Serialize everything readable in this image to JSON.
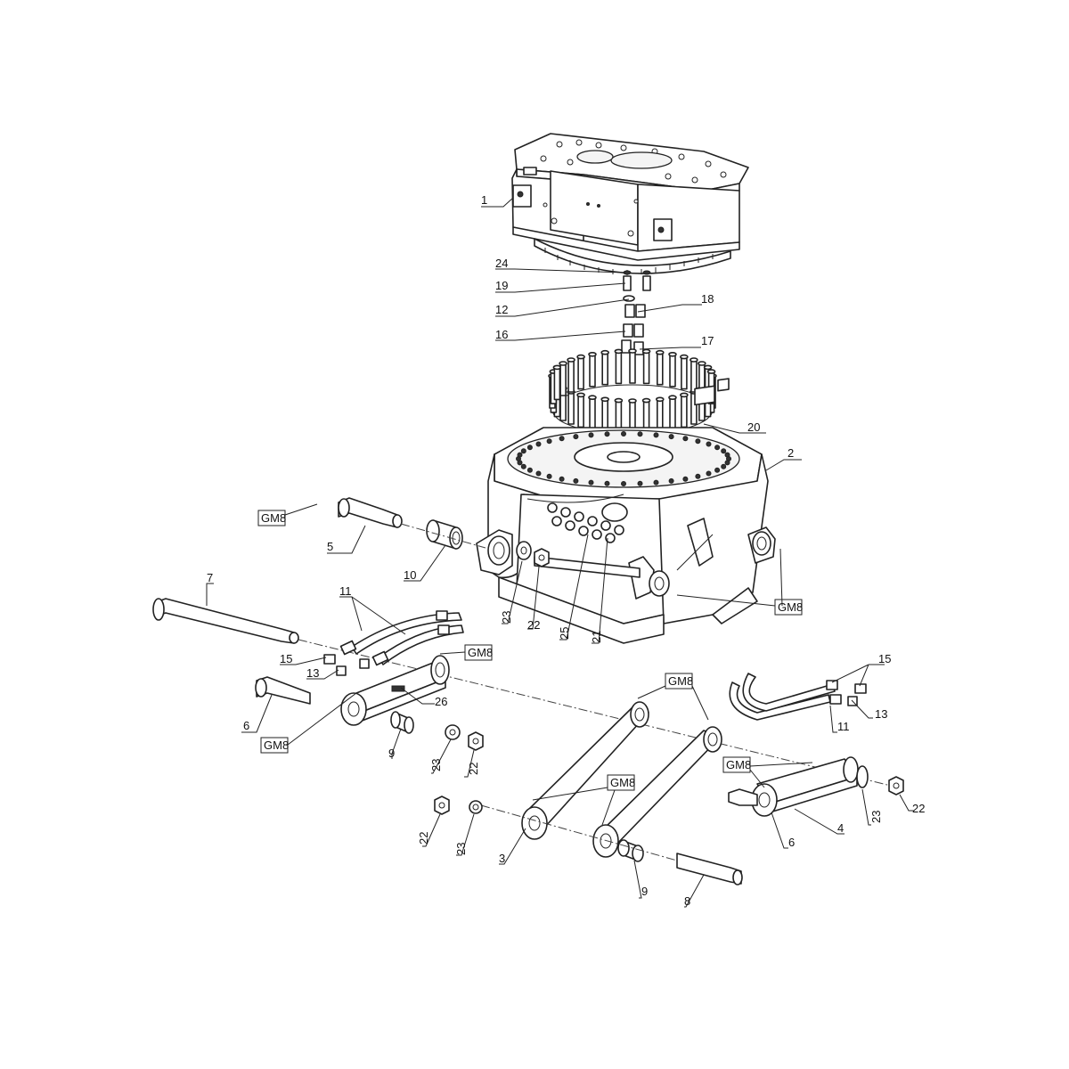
{
  "diagram": {
    "labels": [
      {
        "id": "p1",
        "text": "1"
      },
      {
        "id": "p2",
        "text": "2"
      },
      {
        "id": "p3",
        "text": "3"
      },
      {
        "id": "p4",
        "text": "4"
      },
      {
        "id": "p5",
        "text": "5"
      },
      {
        "id": "p6a",
        "text": "6"
      },
      {
        "id": "p6b",
        "text": "6"
      },
      {
        "id": "p7",
        "text": "7"
      },
      {
        "id": "p8",
        "text": "8"
      },
      {
        "id": "p9a",
        "text": "9"
      },
      {
        "id": "p9b",
        "text": "9"
      },
      {
        "id": "p10",
        "text": "10"
      },
      {
        "id": "p11a",
        "text": "11"
      },
      {
        "id": "p11b",
        "text": "11"
      },
      {
        "id": "p12",
        "text": "12"
      },
      {
        "id": "p13a",
        "text": "13"
      },
      {
        "id": "p13b",
        "text": "13"
      },
      {
        "id": "p15a",
        "text": "15"
      },
      {
        "id": "p15b",
        "text": "15"
      },
      {
        "id": "p16",
        "text": "16"
      },
      {
        "id": "p17",
        "text": "17"
      },
      {
        "id": "p18",
        "text": "18"
      },
      {
        "id": "p19",
        "text": "19"
      },
      {
        "id": "p20",
        "text": "20"
      },
      {
        "id": "p21",
        "text": "21"
      },
      {
        "id": "p22a",
        "text": "22"
      },
      {
        "id": "p22b",
        "text": "22"
      },
      {
        "id": "p22c",
        "text": "22"
      },
      {
        "id": "p22d",
        "text": "22"
      },
      {
        "id": "p23a",
        "text": "23"
      },
      {
        "id": "p23b",
        "text": "23"
      },
      {
        "id": "p23c",
        "text": "23"
      },
      {
        "id": "p23d",
        "text": "23"
      },
      {
        "id": "p24",
        "text": "24"
      },
      {
        "id": "p25",
        "text": "25"
      },
      {
        "id": "p26",
        "text": "26"
      }
    ],
    "grease_label": "GM8"
  }
}
